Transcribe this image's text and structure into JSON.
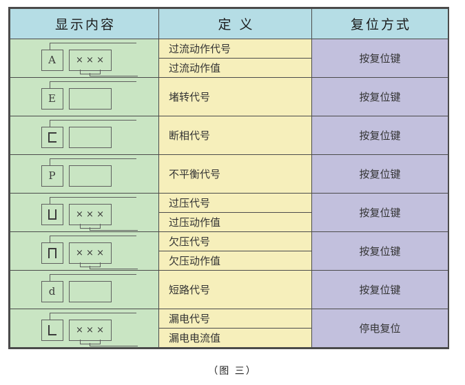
{
  "table": {
    "headers": [
      "显示内容",
      "定  义",
      "复位方式"
    ],
    "rows": [
      {
        "icon": {
          "glyph": "A",
          "glyph_type": "text",
          "value": "× × ×",
          "has_value": true
        },
        "definitions": [
          "过流动作代号",
          "过流动作值"
        ],
        "reset": "按复位键"
      },
      {
        "icon": {
          "glyph": "E",
          "glyph_type": "text",
          "value": "",
          "has_value": false
        },
        "definitions": [
          "堵转代号"
        ],
        "reset": "按复位键"
      },
      {
        "icon": {
          "glyph": "C",
          "glyph_type": "segment",
          "value": "",
          "has_value": false
        },
        "definitions": [
          "断相代号"
        ],
        "reset": "按复位键"
      },
      {
        "icon": {
          "glyph": "P",
          "glyph_type": "text",
          "value": "",
          "has_value": false
        },
        "definitions": [
          "不平衡代号"
        ],
        "reset": "按复位键"
      },
      {
        "icon": {
          "glyph": "U",
          "glyph_type": "segment",
          "value": "× × ×",
          "has_value": true
        },
        "definitions": [
          "过压代号",
          "过压动作值"
        ],
        "reset": "按复位键"
      },
      {
        "icon": {
          "glyph": "N",
          "glyph_type": "segment",
          "value": "× × ×",
          "has_value": true
        },
        "definitions": [
          "欠压代号",
          "欠压动作值"
        ],
        "reset": "按复位键"
      },
      {
        "icon": {
          "glyph": "d",
          "glyph_type": "text",
          "value": "",
          "has_value": false
        },
        "definitions": [
          "短路代号"
        ],
        "reset": "按复位键"
      },
      {
        "icon": {
          "glyph": "L",
          "glyph_type": "segment",
          "value": "× × ×",
          "has_value": true
        },
        "definitions": [
          "漏电代号",
          "漏电电流值"
        ],
        "reset": "停电复位"
      }
    ]
  },
  "caption": "（图 三）",
  "colors": {
    "header_bg": "#b5dde5",
    "display_bg": "#c9e5c3",
    "definition_bg": "#f6efbb",
    "reset_bg": "#c2c0dd",
    "border": "#4a4a4a",
    "icon_line": "#5e5e5e"
  }
}
